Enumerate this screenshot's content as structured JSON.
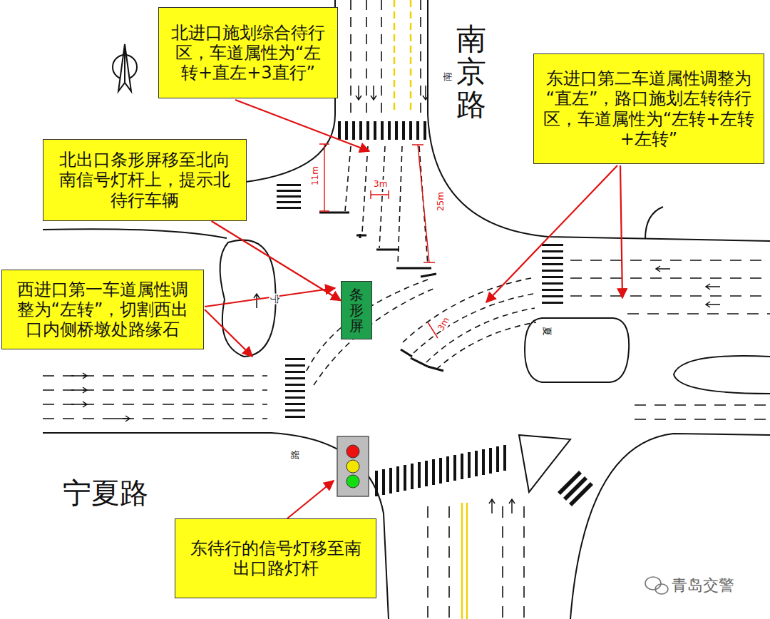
{
  "diagram": {
    "nodes": [
      {
        "text": [
          "北进口施划综合待行区，车道属性为“左转+直左+3直行”"
        ]
      },
      {
        "text": [
          "东进口第二车道属性调整为“直左”，路口施划左转待行区，车道属性为“左转+左转+左转”"
        ]
      },
      {
        "text": [
          "北出口条形屏移至北向南信号灯杆上，提示北待行车辆"
        ]
      },
      {
        "text": [
          "西进口第一车道属性调整为“左转”，切割西出口内侧桥墩处路缘石"
        ]
      },
      {
        "text": [
          "条形屏"
        ]
      },
      {
        "text": [
          "东待行的信号灯移至南出口路灯杆"
        ]
      }
    ],
    "edges": [
      {
        "from": 2,
        "to": 4,
        "arrow": "to"
      }
    ],
    "labels": [
      "南京路",
      "宁夏路",
      "11m",
      "3m",
      "25m",
      "3m",
      "南",
      "宁",
      "夏",
      "路",
      "青岛交警"
    ]
  }
}
